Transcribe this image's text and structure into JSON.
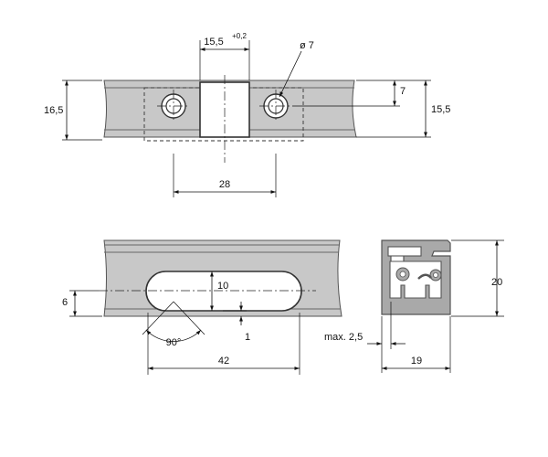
{
  "top_view": {
    "slot_width_label": "15,5",
    "slot_tolerance_label": "+0,2",
    "hole_diameter_label": "ø 7",
    "height_left_label": "16,5",
    "hole_offset_label": "7",
    "height_right_label": "15,5",
    "hole_spacing_label": "28"
  },
  "side_view": {
    "slot_height_label": "10",
    "slot_offset_label": "6",
    "slot_depth_label": "1",
    "angle_label": "90°",
    "slot_length_label": "42"
  },
  "profile": {
    "height_label": "20",
    "width_label": "19",
    "wall_label": "max. 2,5"
  },
  "colors": {
    "body": "#c8c8c8",
    "lines": "#111111"
  }
}
